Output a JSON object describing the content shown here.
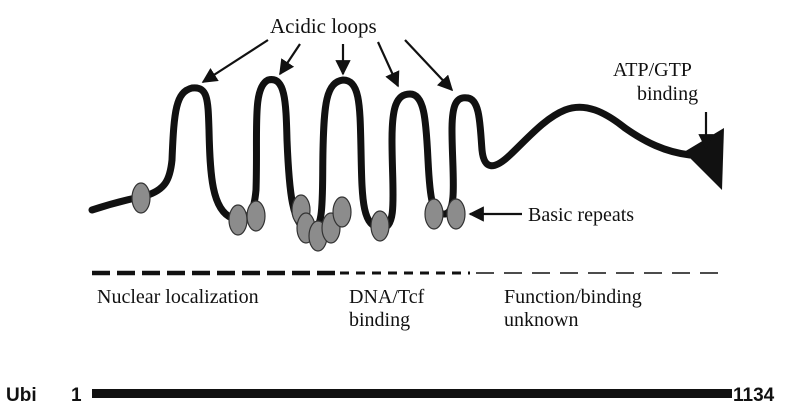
{
  "labels": {
    "acidic_loops": "Acidic loops",
    "atp_gtp_line1": "ATP/GTP",
    "atp_gtp_line2": "binding",
    "basic_repeats": "Basic repeats"
  },
  "regions": {
    "nuclear": "Nuclear localization",
    "dna_line1": "DNA/Tcf",
    "dna_line2": "binding",
    "function_line1": "Function/binding",
    "function_line2": "unknown"
  },
  "scale": {
    "ubi_label": "Ubi",
    "start": "1",
    "end": "1134"
  },
  "colors": {
    "line": "#111111",
    "bead": "#8c8c8c",
    "bead_edge": "#333333"
  }
}
